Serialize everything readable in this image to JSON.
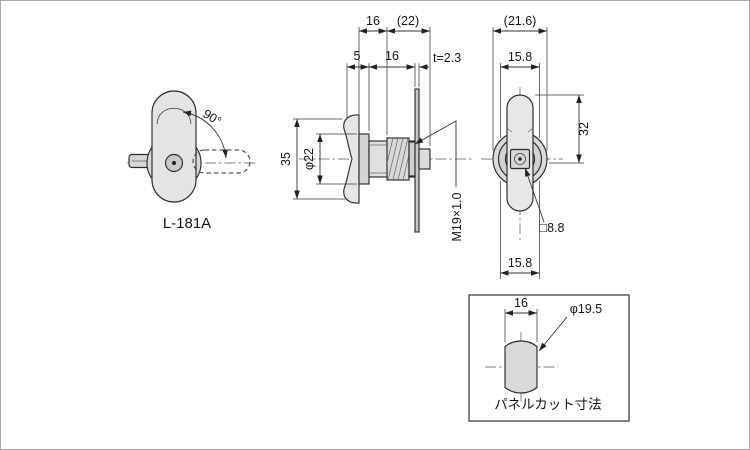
{
  "line_color": "#2b2b2b",
  "part_fill_color": "#dcdcdc",
  "views": {
    "rotation_view": {
      "part_number": "L-181A",
      "rotation_angle": "90°"
    },
    "side_view": {
      "dim_16_top": "16",
      "dim_22_ref": "(22)",
      "dim_5": "5",
      "dim_16_thread": "16",
      "cam_thickness": "t=2.3",
      "dim_35_height": "35",
      "dim_dia_22": "φ22",
      "thread_spec": "M19×1.0"
    },
    "front_view": {
      "dim_21_6_ref": "(21.6)",
      "dim_15_8_top": "15.8",
      "dim_32": "32",
      "square_hole": "□8.8",
      "dim_15_8_bottom": "15.8"
    },
    "panel_cutout": {
      "dim_16_flat": "16",
      "dim_dia_19_5": "φ19.5",
      "caption": "パネルカット寸法"
    }
  }
}
